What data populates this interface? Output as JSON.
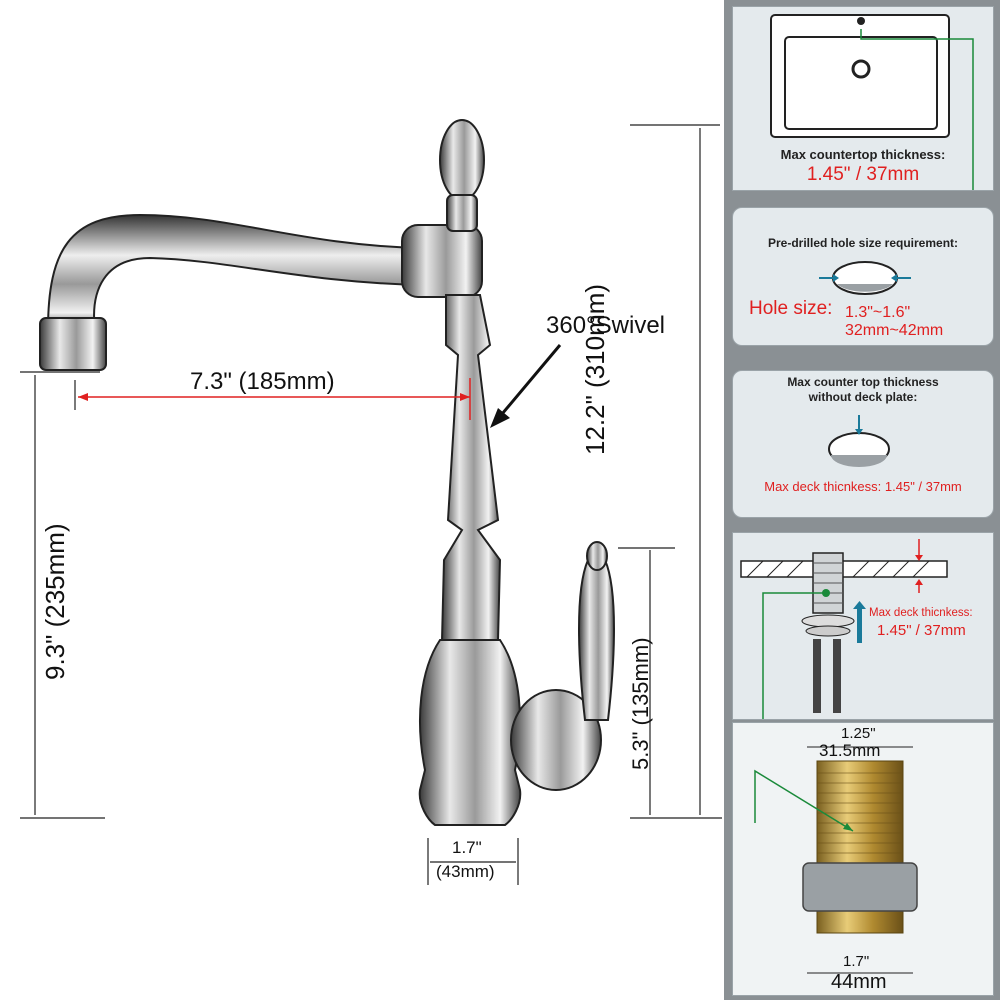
{
  "faucet": {
    "swivel_label": "360°Swivel",
    "spout_reach": "7.3\" (185mm)",
    "total_height": "12.2\" (310mm)",
    "spout_height": "9.3\" (235mm)",
    "handle_height": "5.3\" (135mm)",
    "base_width_in": "1.7\"",
    "base_width_mm": "(43mm)"
  },
  "panels": {
    "countertop": {
      "title": "Max countertop thickness:",
      "value": "1.45\" / 37mm"
    },
    "hole": {
      "title": "Pre-drilled hole size requirement:",
      "label": "Hole size:",
      "value_in": "1.3\"~1.6\"",
      "value_mm": "32mm~42mm"
    },
    "no_plate": {
      "title_line1": "Max counter top thickness",
      "title_line2": "without deck plate:",
      "value": "Max deck thicnkess: 1.45\" / 37mm"
    },
    "deck": {
      "label": "Max deck thicnkess:",
      "value": "1.45\" / 37mm"
    },
    "shank": {
      "top_in": "1.25\"",
      "top_mm": "31.5mm",
      "bottom_in": "1.7\"",
      "bottom_mm": "44mm"
    }
  },
  "colors": {
    "dimension_red": "#e02020",
    "leader_green": "#1a8a3a",
    "panel_bg": "#e4eaed",
    "brass": "#c9a648"
  }
}
